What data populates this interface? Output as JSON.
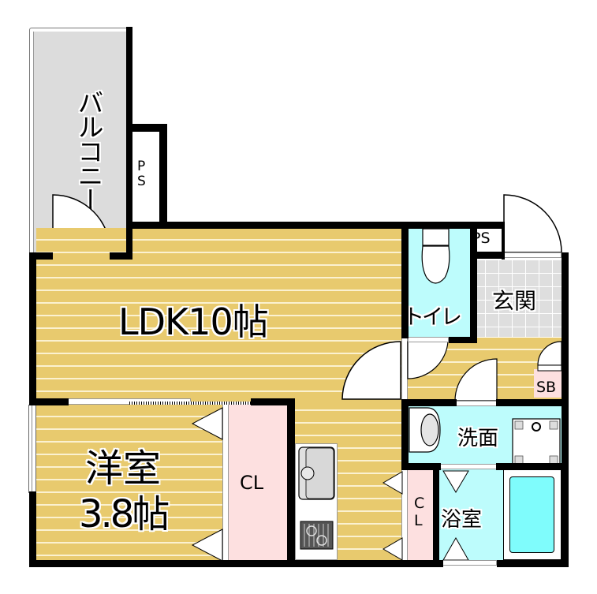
{
  "floorplan": {
    "rooms": {
      "balcony": {
        "label": "バルコニー"
      },
      "ps_top": {
        "label": "PS"
      },
      "ldk": {
        "label": "LDK10帖"
      },
      "toilet": {
        "label": "トイレ"
      },
      "ps_entry": {
        "label": "PS"
      },
      "entrance": {
        "label": "玄関"
      },
      "shoe_box": {
        "label": "SB"
      },
      "washroom": {
        "label": "洗面"
      },
      "bathroom": {
        "label": "浴室"
      },
      "closet_small": {
        "label": "CL"
      },
      "western_room": {
        "label_line1": "洋室",
        "label_line2": "3.8帖"
      },
      "closet_main": {
        "label": "CL"
      }
    },
    "colors": {
      "wall": "#000000",
      "flooring": "#e8ca6e",
      "balcony": "#dcdcdc",
      "water_area": "#bdfcfc",
      "closet": "#fde0e0",
      "entrance_tile": "#dedede",
      "bathtub": "#7ffcfc"
    }
  }
}
